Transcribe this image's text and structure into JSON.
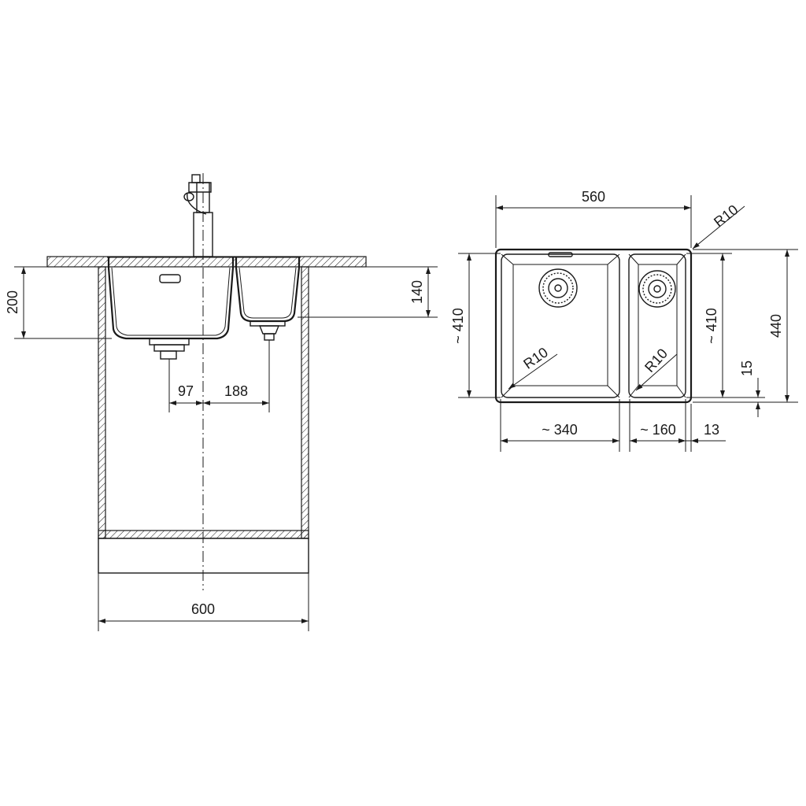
{
  "dimensions": {
    "cabinet_width": "600",
    "depth_main": "200",
    "depth_small": "140",
    "drain_offset_left": "97",
    "drain_offset_right": "188",
    "total_width": "560",
    "radius_outer": "R10",
    "radius_main_bowl": "R10",
    "radius_small_bowl": "R10",
    "bowl_length_main": "~ 410",
    "bowl_length_small": "~ 410",
    "total_length": "440",
    "rim_offset": "15",
    "main_bowl_width": "~ 340",
    "small_bowl_width": "~ 160",
    "edge_width": "13"
  }
}
